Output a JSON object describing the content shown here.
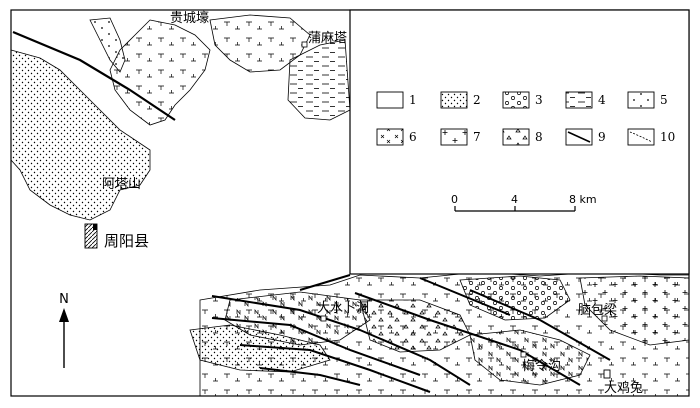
{
  "map": {
    "north_label": "N",
    "places": {
      "guichengyuan": "贵城壕",
      "bumata": "蒲麻塔",
      "atashan": "阿塔山",
      "zhouyangxian": "周阳县",
      "dashuibudong": "大水卜洞",
      "naobaoliang": "脑包梁",
      "meilinggou": "梅令沟",
      "dajitu": "大鸡兔"
    }
  },
  "legend": {
    "items": [
      {
        "num": "1",
        "pattern": "blank"
      },
      {
        "num": "2",
        "pattern": "fine-dots"
      },
      {
        "num": "3",
        "pattern": "small-circles"
      },
      {
        "num": "4",
        "pattern": "dashes"
      },
      {
        "num": "5",
        "pattern": "sparse-dots"
      },
      {
        "num": "6",
        "pattern": "crosses"
      },
      {
        "num": "7",
        "pattern": "plus-dots"
      },
      {
        "num": "8",
        "pattern": "triangles"
      },
      {
        "num": "9",
        "pattern": "fault-line"
      },
      {
        "num": "10",
        "pattern": "boundary-line"
      }
    ]
  },
  "scale": {
    "label_0": "0",
    "label_4": "4",
    "label_8": "8 km"
  }
}
